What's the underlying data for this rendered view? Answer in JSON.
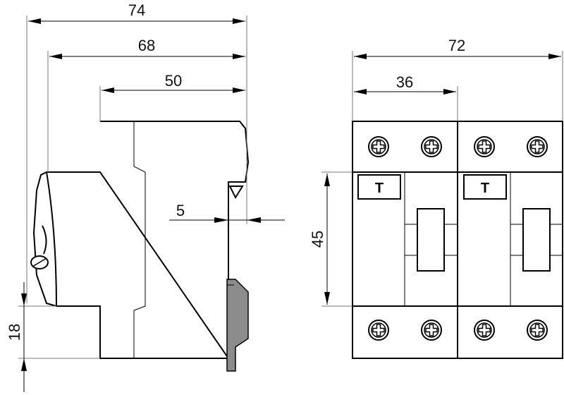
{
  "dimensions": {
    "overall_depth": "74",
    "depth_without_knob": "68",
    "body_depth": "50",
    "clip_offset": "5",
    "front_height": "45",
    "rail_offset": "18",
    "total_width": "72",
    "module_width": "36"
  },
  "front_view": {
    "test_button_label": "T"
  },
  "colors": {
    "line": "#000000",
    "clip_fill": "#8c8c8c",
    "background": "#ffffff"
  }
}
